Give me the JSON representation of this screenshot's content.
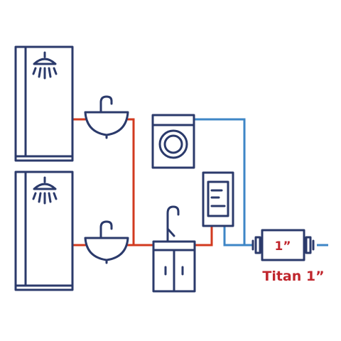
{
  "diagram": {
    "filter": {
      "size_label": "1”",
      "name_label": "Titan 1”"
    },
    "colors": {
      "outline": "#2b3a6b",
      "hot_pipe": "#d23a1f",
      "cold_pipe": "#3e86c6",
      "label": "#c0262d"
    },
    "fixtures": [
      {
        "name": "shower-cabin-top",
        "icon": "shower-icon"
      },
      {
        "name": "shower-cabin-bottom",
        "icon": "shower-icon"
      },
      {
        "name": "washbasin-top",
        "icon": "sink-icon"
      },
      {
        "name": "washbasin-bottom",
        "icon": "sink-icon"
      },
      {
        "name": "washing-machine",
        "icon": "washing-machine-icon"
      },
      {
        "name": "water-heater",
        "icon": "water-heater-icon"
      },
      {
        "name": "vanity-cabinet",
        "icon": "cabinet-icon"
      }
    ]
  }
}
